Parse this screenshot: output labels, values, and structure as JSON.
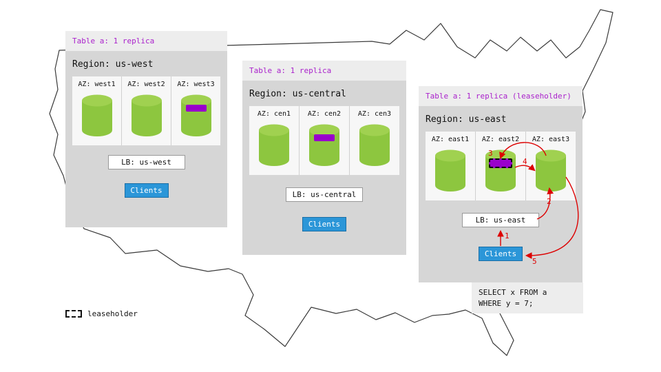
{
  "colors": {
    "panel_bg": "#d6d6d6",
    "panel_header_bg": "#ededed",
    "cylinder_green": "#8dc63f",
    "cylinder_top_green": "#a0d150",
    "replica_purple": "#9900cc",
    "table_label_purple": "#aa22cc",
    "arrow_red": "#dd0000",
    "clients_blue": "#2b96d8"
  },
  "legend": {
    "label": "leaseholder"
  },
  "sql": {
    "line1": "SELECT x FROM a",
    "line2": "WHERE y = 7;"
  },
  "arrows": {
    "steps": [
      "1",
      "2",
      "3",
      "4",
      "5"
    ]
  },
  "regions": [
    {
      "table_label": "Table a: 1 replica",
      "region_label": "Region: us-west",
      "azs": [
        {
          "label": "AZ: west1",
          "marker": "none"
        },
        {
          "label": "AZ: west2",
          "marker": "none"
        },
        {
          "label": "AZ: west3",
          "marker": "replica"
        }
      ],
      "lb_label": "LB: us-west",
      "clients_label": "Clients"
    },
    {
      "table_label": "Table a: 1 replica",
      "region_label": "Region: us-central",
      "azs": [
        {
          "label": "AZ: cen1",
          "marker": "none"
        },
        {
          "label": "AZ: cen2",
          "marker": "replica"
        },
        {
          "label": "AZ: cen3",
          "marker": "none"
        }
      ],
      "lb_label": "LB: us-central",
      "clients_label": "Clients"
    },
    {
      "table_label": "Table a: 1 replica (leaseholder)",
      "region_label": "Region: us-east",
      "azs": [
        {
          "label": "AZ: east1",
          "marker": "none"
        },
        {
          "label": "AZ: east2",
          "marker": "leaseholder"
        },
        {
          "label": "AZ: east3",
          "marker": "none"
        }
      ],
      "lb_label": "LB: us-east",
      "clients_label": "Clients"
    }
  ]
}
